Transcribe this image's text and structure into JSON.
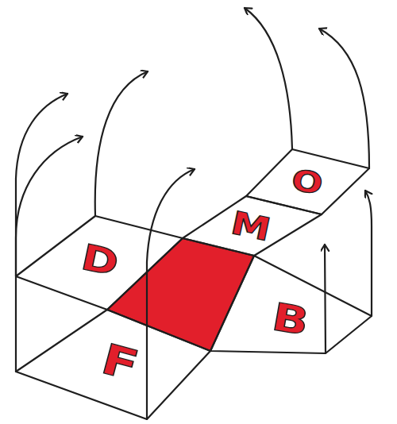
{
  "diagram": {
    "nodes": [
      {
        "text": [
          "O"
        ]
      },
      {
        "text": [
          "M"
        ]
      },
      {
        "text": [
          "D"
        ]
      },
      {
        "text": [
          "B"
        ]
      },
      {
        "text": [
          "F"
        ]
      }
    ]
  }
}
